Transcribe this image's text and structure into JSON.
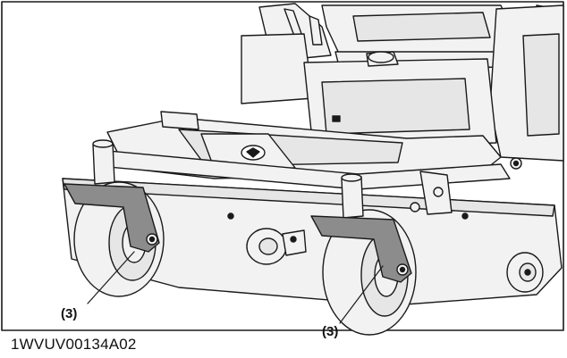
{
  "figure": {
    "id_label": "1WVUV00134A02",
    "callouts": [
      {
        "label": "(3)",
        "name": "caster-pivot-left"
      },
      {
        "label": "(3)",
        "name": "caster-pivot-right"
      }
    ]
  },
  "colors": {
    "line": "#1a1a1a",
    "fill": "#f2f2f2",
    "highlight": "#8c8c8c",
    "background": "#ffffff"
  }
}
